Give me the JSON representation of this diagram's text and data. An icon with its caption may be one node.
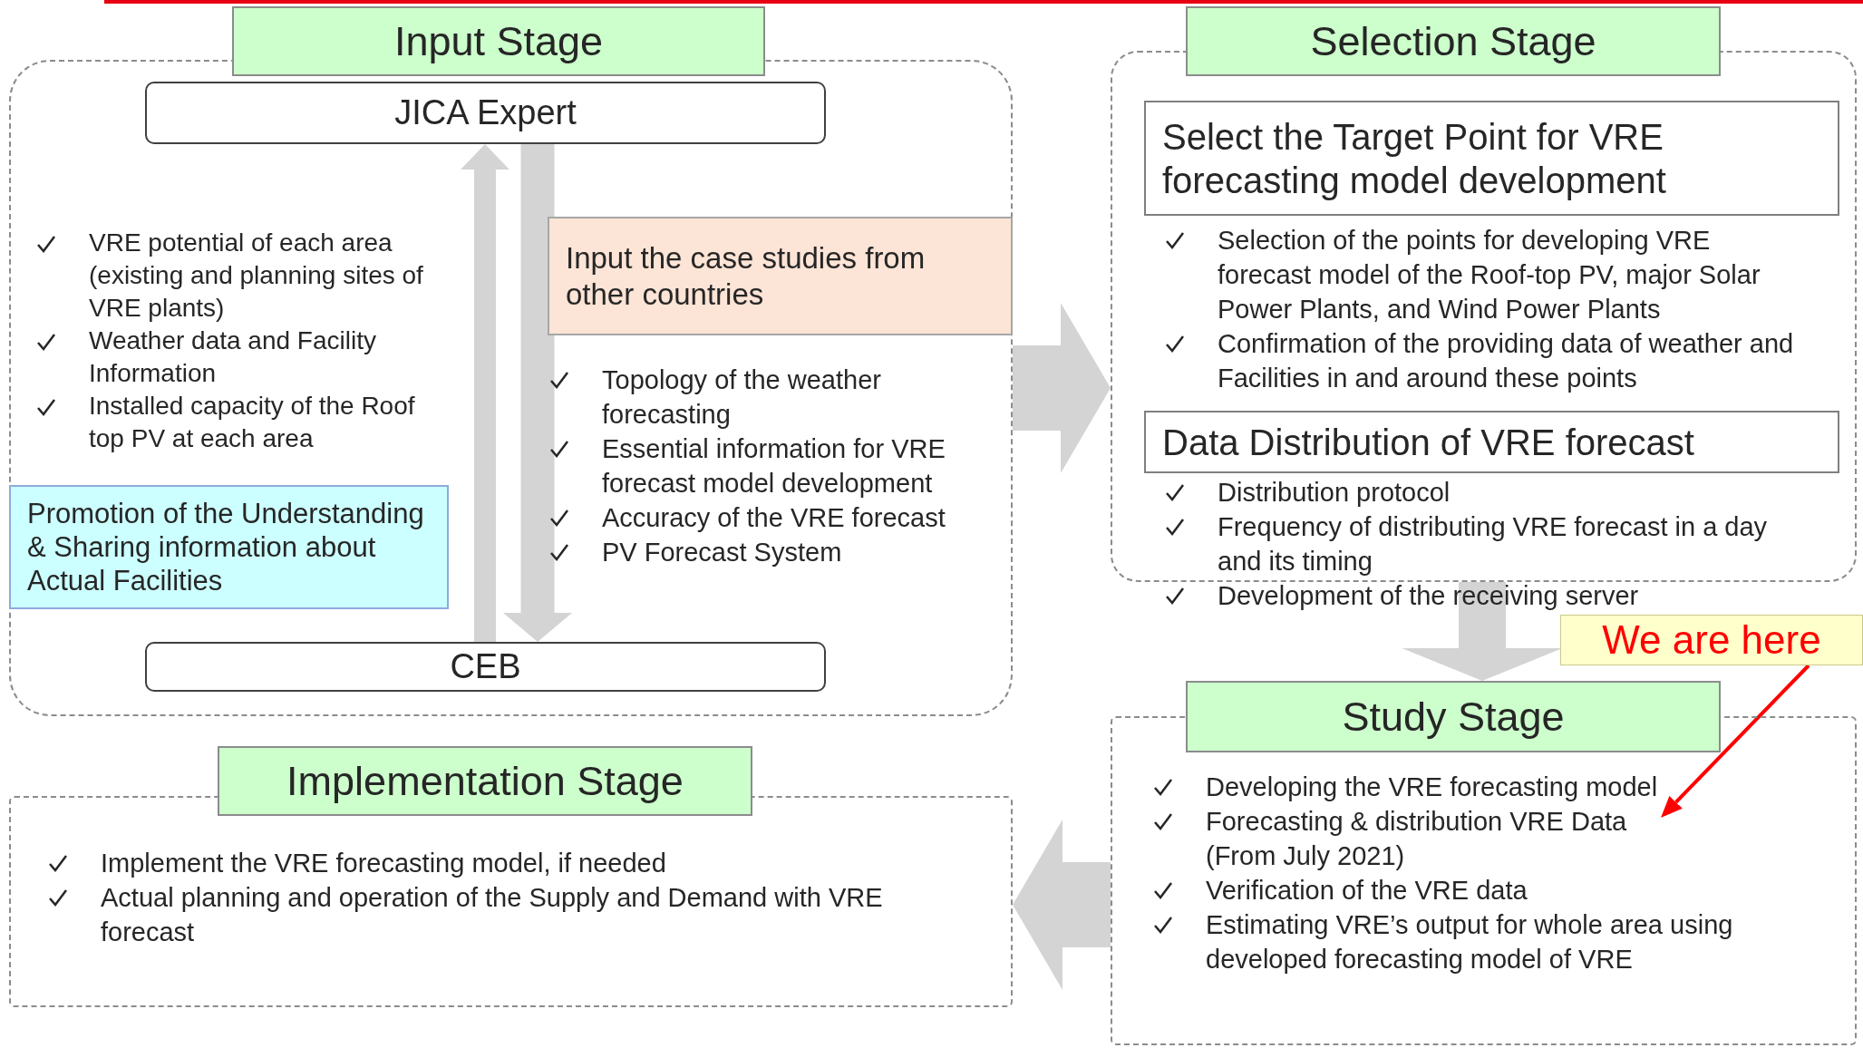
{
  "diagram": {
    "nodes": [
      {
        "text": [
          "Input Stage"
        ]
      },
      {
        "text": [
          "JICA Expert"
        ],
        "in": 0
      },
      {
        "text": [
          "Input the case studies from other countries"
        ],
        "in": 0
      },
      {
        "text": [
          "Promotion of the Understanding & Sharing information about Actual Facilities"
        ],
        "in": 0
      },
      {
        "text": [
          "CEB"
        ],
        "in": 0
      },
      {
        "text": [
          "Selection Stage"
        ]
      },
      {
        "text": [
          "Select the Target Point for VRE forecasting model development"
        ],
        "in": 5
      },
      {
        "text": [
          "Data Distribution of VRE forecast"
        ],
        "in": 5
      },
      {
        "text": [
          "We are here"
        ]
      },
      {
        "text": [
          "Study Stage"
        ]
      },
      {
        "text": [
          "Implementation Stage"
        ]
      }
    ],
    "edges": [
      {
        "from": 1,
        "to": 4,
        "arrow": "to"
      },
      {
        "from": 4,
        "to": 1,
        "arrow": "to"
      },
      {
        "from": 0,
        "to": 5,
        "arrow": "to"
      },
      {
        "from": 5,
        "to": 9,
        "arrow": "to"
      },
      {
        "from": 9,
        "to": 10,
        "arrow": "to"
      },
      {
        "from": 8,
        "to": 9,
        "arrow": "to",
        "color": "#ff0000"
      }
    ],
    "labels": [
      "VRE potential of each area (existing and planning sites of VRE plants)",
      "Weather data and Facility Information",
      "Installed capacity of the Roof top PV at each area",
      "Topology of the weather forecasting",
      "Essential information for VRE forecast model development",
      "Accuracy of the VRE forecast",
      "PV Forecast System",
      "Selection of the points for developing VRE forecast model of the Roof-top PV, major Solar Power Plants, and Wind Power Plants",
      "Confirmation of the providing data of weather and Facilities in and around  these points",
      "Distribution protocol",
      "Frequency of distributing VRE forecast in a day and its timing",
      "Development of  the receiving server",
      "Developing the VRE forecasting model",
      "Forecasting & distribution VRE Data (From July 2021)",
      "Verification of the VRE data",
      "Estimating VRE’s output for whole area using developed forecasting model of VRE",
      "Implement the VRE forecasting model, if needed",
      "Actual planning and operation of the Supply and Demand with VRE forecast"
    ]
  }
}
